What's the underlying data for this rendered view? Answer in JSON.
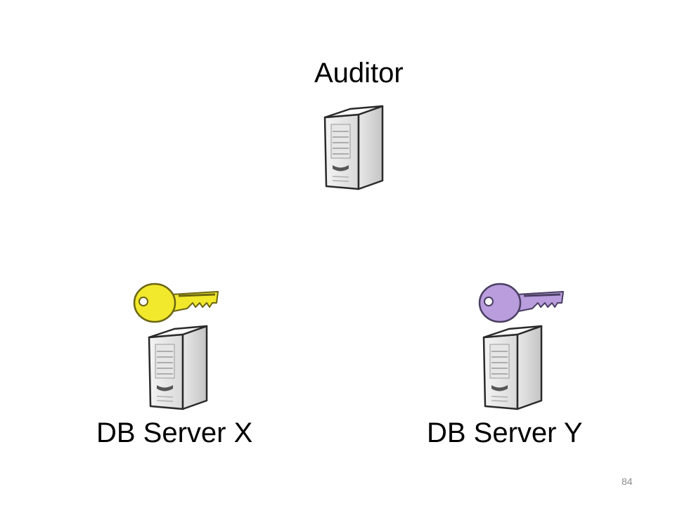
{
  "auditor": {
    "label": "Auditor",
    "icon": "server-icon"
  },
  "servers": [
    {
      "label": "DB Server X",
      "icon": "server-icon",
      "key_icon": "key-icon",
      "key_color": "#f2e82c",
      "key_stroke": "#6b6613"
    },
    {
      "label": "DB Server Y",
      "icon": "server-icon",
      "key_icon": "key-icon",
      "key_color": "#b99ddd",
      "key_stroke": "#4a3f62"
    }
  ],
  "page_number": "84"
}
